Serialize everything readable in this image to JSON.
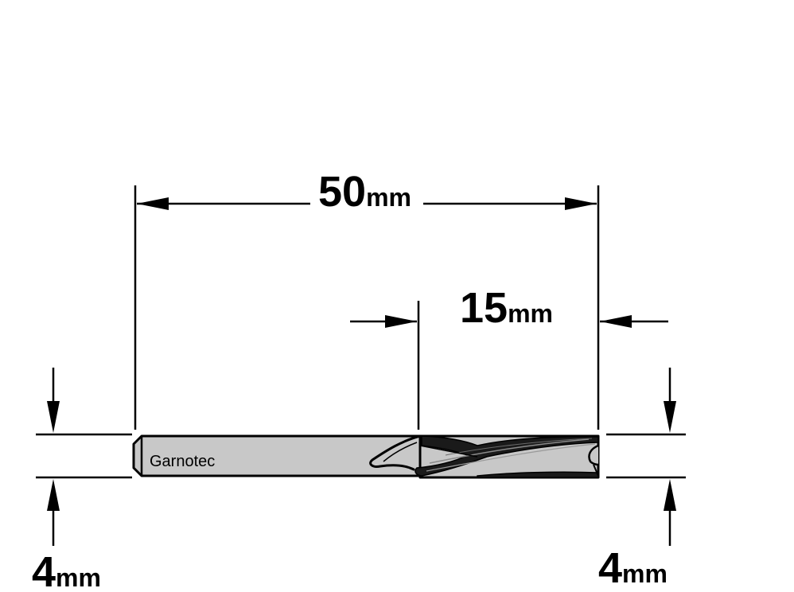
{
  "dimensions": {
    "total_length": {
      "value": "50",
      "unit": "mm"
    },
    "cutting_length": {
      "value": "15",
      "unit": "mm"
    },
    "shank_diameter": {
      "value": "4",
      "unit": "mm"
    },
    "cutting_diameter": {
      "value": "4",
      "unit": "mm"
    }
  },
  "tool": {
    "brand": "Garnotec",
    "shank_color": "#c8c8c8",
    "line_color": "#000000"
  }
}
